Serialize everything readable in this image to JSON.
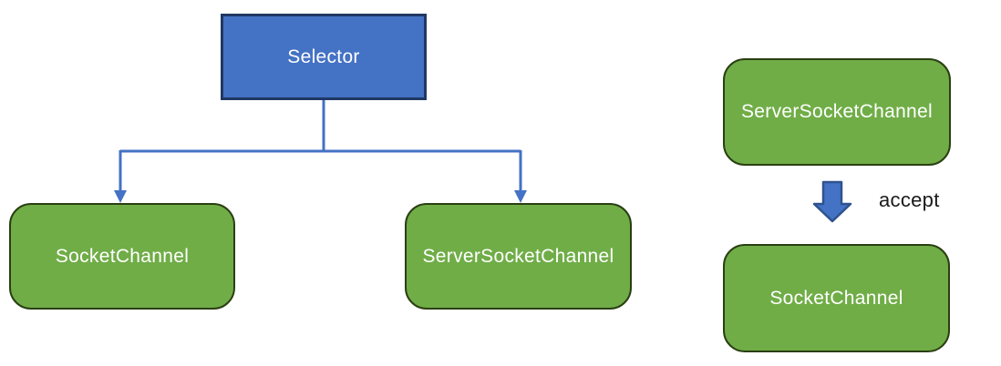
{
  "diagram": {
    "title_hint": "NIO Selector and Channel diagram",
    "colors": {
      "background": "#ffffff",
      "blue_fill": "#4472C4",
      "blue_border": "#1F3864",
      "green_fill": "#70AD47",
      "green_border": "#2A3F12",
      "connector_blue": "#4472C4",
      "block_arrow_fill": "#4472C4",
      "block_arrow_border": "#2F528F",
      "box_text": "#ffffff",
      "label_text": "#1a1a1a"
    },
    "left_tree": {
      "root": {
        "label": "Selector"
      },
      "children": [
        {
          "label": "SocketChannel"
        },
        {
          "label": "ServerSocketChannel"
        }
      ]
    },
    "right_flow": {
      "top": {
        "label": "ServerSocketChannel"
      },
      "arrow_label": "accept",
      "bottom": {
        "label": "SocketChannel"
      }
    }
  }
}
